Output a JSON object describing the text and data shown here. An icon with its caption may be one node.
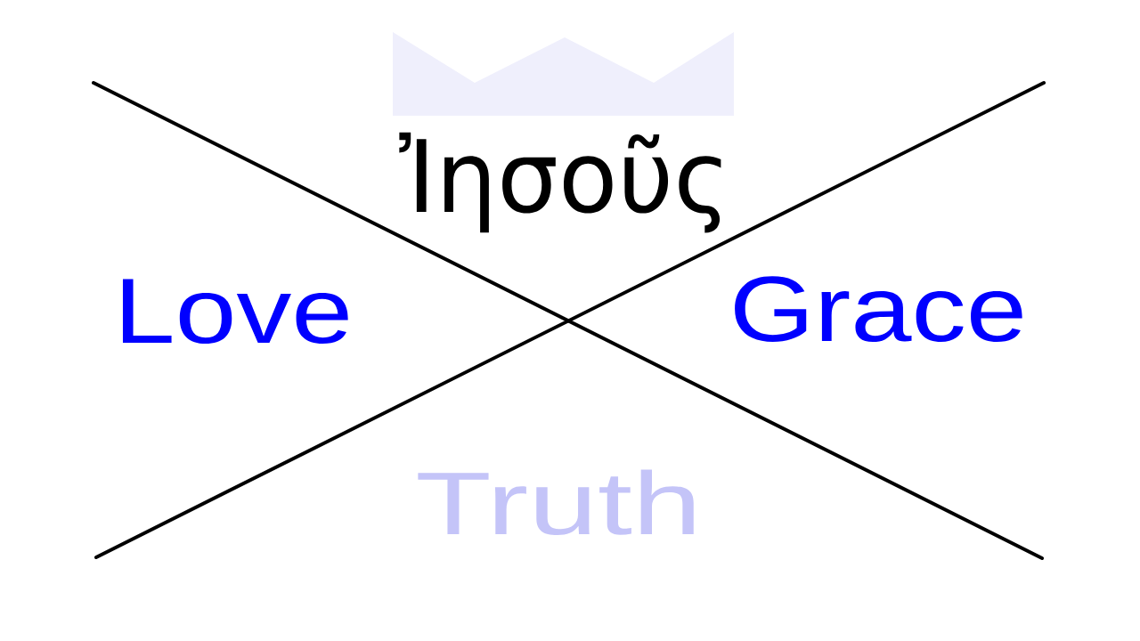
{
  "diagram": {
    "labels": [
      "Ἰησοῦς",
      "Love",
      "Grace",
      "Truth"
    ]
  }
}
